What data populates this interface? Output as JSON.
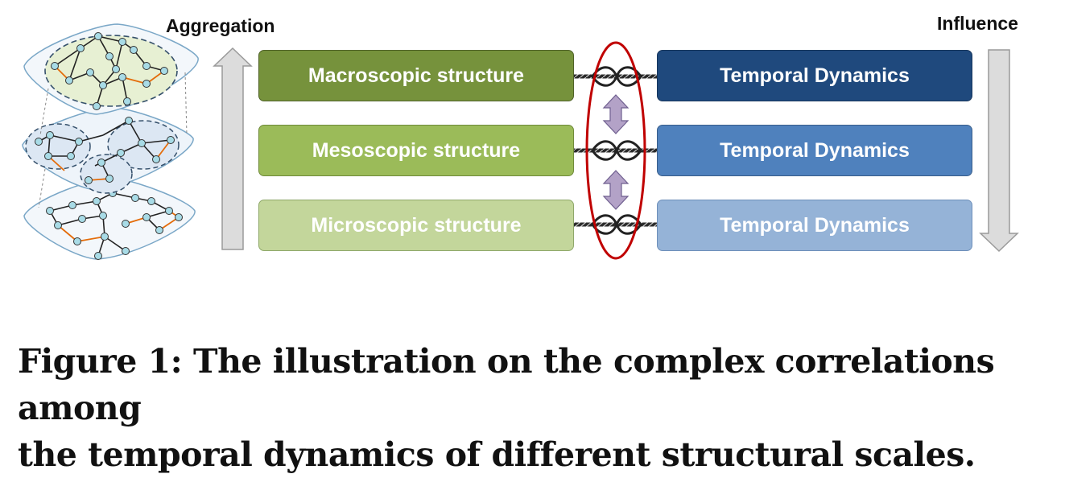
{
  "labels": {
    "left_arrow": "Aggregation",
    "right_arrow": "Influence"
  },
  "structures": [
    {
      "label": "Macroscopic structure",
      "color": "#76923c"
    },
    {
      "label": "Mesoscopic structure",
      "color": "#9bbb59"
    },
    {
      "label": "Microscopic structure",
      "color": "#c3d69b"
    }
  ],
  "dynamics": [
    {
      "label": "Temporal Dynamics",
      "color": "#1f497d"
    },
    {
      "label": "Temporal Dynamics",
      "color": "#4f81bd"
    },
    {
      "label": "Temporal Dynamics",
      "color": "#95b3d7"
    }
  ],
  "caption": {
    "line1": "Figure 1: The illustration on the complex correlations among",
    "line2": "the temporal dynamics of different structural scales."
  },
  "colors": {
    "ellipse": "#c00000",
    "arrow_gray": "#dcdcdc",
    "double_arrow": "#b3a2c7",
    "node": "#a8dbe6",
    "highlight_edge": "#e46c0a"
  }
}
